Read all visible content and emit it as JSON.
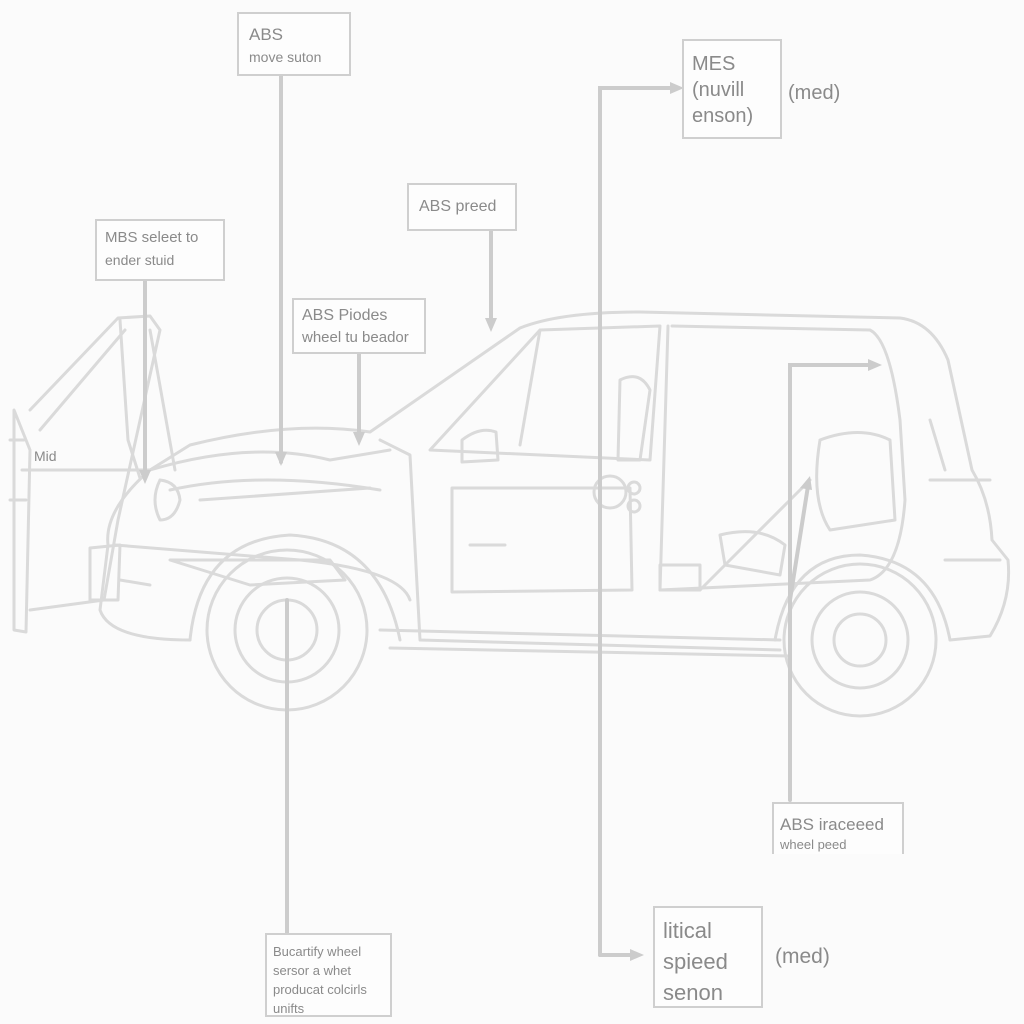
{
  "labels": {
    "abs_move": {
      "line1": "ABS",
      "line2": "move suton"
    },
    "mes_nuvill": {
      "line1": "MES",
      "line2": "(nuvill",
      "line3": "enson)",
      "side": "(med)"
    },
    "abs_preed": {
      "line1": "ABS preed"
    },
    "mbs_seleet": {
      "line1": "MBS seleet to",
      "line2": "ender stuid"
    },
    "abs_piodes": {
      "line1": "ABS Piodes",
      "line2": "wheel tu beador"
    },
    "mid": {
      "line1": "Mid"
    },
    "abs_iraceeed": {
      "line1": "ABS iraceeed",
      "line2": "wheel peed"
    },
    "bucartify": {
      "line1": "Bucartify wheel",
      "line2": "sersor a whet",
      "line3": "producat colcirls",
      "line4": "unifts"
    },
    "litical": {
      "line1": "litical",
      "line2": "spieed",
      "line3": "senon",
      "side": "(med)"
    }
  },
  "colors": {
    "line": "#d2d2d2",
    "text": "#8a8a8a",
    "background": "#fbfbfb"
  }
}
